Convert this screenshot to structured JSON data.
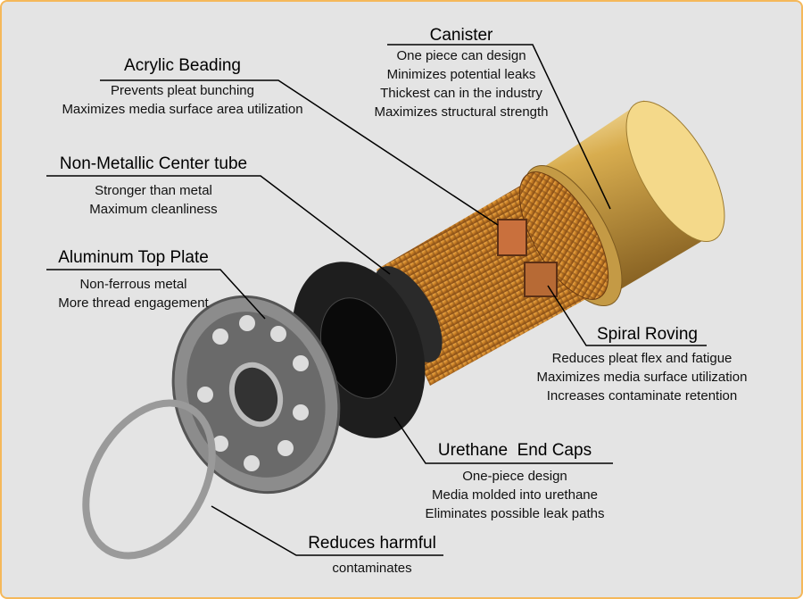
{
  "callouts": {
    "canister": {
      "title": "Canister",
      "lines": [
        "One piece can design",
        "Minimizes potential leaks",
        "Thickest can in the industry",
        "Maximizes structural strength"
      ]
    },
    "acrylic": {
      "title": "Acrylic Beading",
      "lines": [
        "Prevents pleat bunching",
        "Maximizes media surface area utilization"
      ]
    },
    "center_tube": {
      "title": "Non-Metallic Center tube",
      "lines": [
        "Stronger than metal",
        "Maximum cleanliness"
      ]
    },
    "top_plate": {
      "title": "Aluminum Top Plate",
      "lines": [
        "Non-ferrous metal",
        "More thread engagement"
      ]
    },
    "spiral": {
      "title": "Spiral Roving",
      "lines": [
        "Reduces pleat flex and fatigue",
        "Maximizes media surface utilization",
        "Increases contaminate retention"
      ]
    },
    "end_caps": {
      "title": "Urethane  End Caps",
      "lines": [
        "One-piece design",
        "Media molded into urethane",
        "Eliminates possible leak paths"
      ]
    },
    "gasket": {
      "title": "Reduces harmful",
      "lines": [
        "contaminates"
      ]
    }
  },
  "colors": {
    "border": "#f5b85a",
    "background": "#e4e4e4",
    "canister": "#d9b45a",
    "media": "#d9922e"
  }
}
